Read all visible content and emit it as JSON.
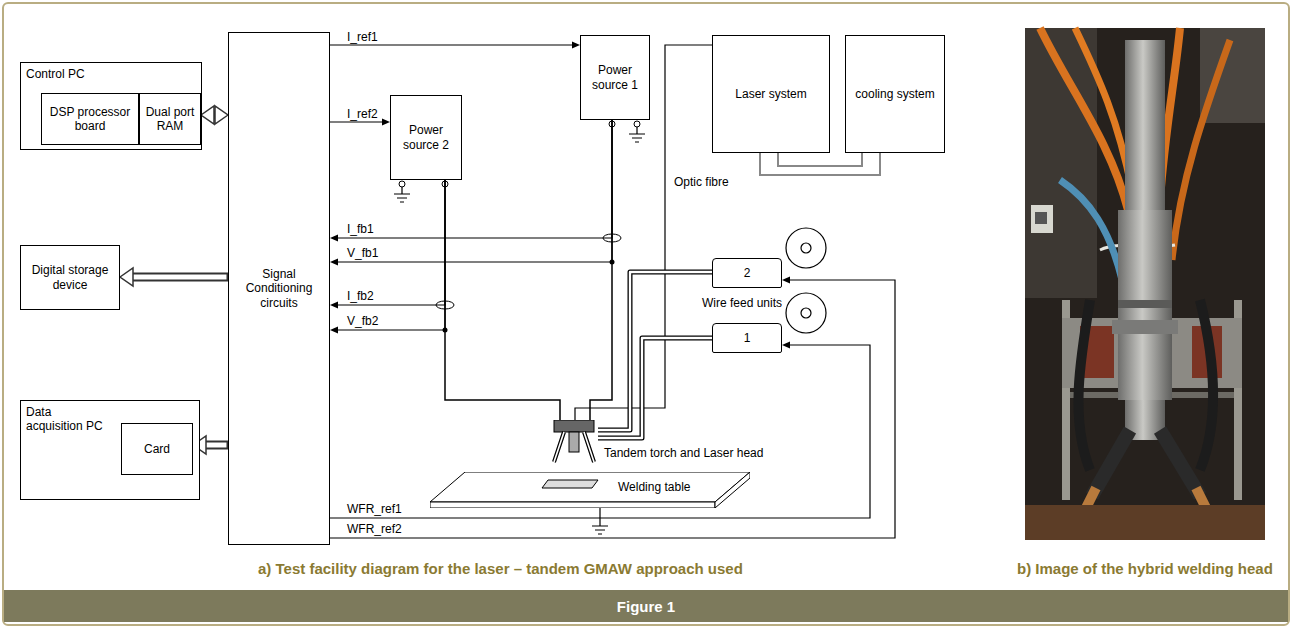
{
  "diagram": {
    "caption": "Figure 1",
    "nodes": [
      {
        "text": [
          "Control PC"
        ]
      },
      {
        "text": [
          "DSP processor board"
        ],
        "in": 0
      },
      {
        "text": [
          "Dual port RAM"
        ],
        "in": 0
      },
      {
        "text": [
          "Signal Conditioning circuits"
        ]
      },
      {
        "text": [
          "Power source 2"
        ]
      },
      {
        "text": [
          "Power source 1"
        ]
      },
      {
        "text": [
          "Laser system"
        ]
      },
      {
        "text": [
          "cooling system"
        ]
      },
      {
        "text": [
          "Digital storage device"
        ]
      },
      {
        "text": [
          "2"
        ]
      },
      {
        "text": [
          "1"
        ]
      },
      {
        "text": [
          "Tandem torch and Laser head"
        ]
      },
      {
        "text": [
          "Welding table"
        ]
      },
      {
        "text": [
          "Data acquisition PC"
        ]
      },
      {
        "text": [
          "Card"
        ],
        "in": 13
      }
    ],
    "edges": [
      {
        "from": 2,
        "to": 3,
        "arrow": "both"
      },
      {
        "from": 3,
        "to": 5,
        "label": "I_ref1",
        "arrow": "to"
      },
      {
        "from": 3,
        "to": 4,
        "label": "I_ref2",
        "arrow": "to"
      },
      {
        "from": 5,
        "to": 3,
        "label": "I_fb1",
        "arrow": "to"
      },
      {
        "from": 5,
        "to": 3,
        "label": "V_fb1",
        "arrow": "to"
      },
      {
        "from": 4,
        "to": 3,
        "label": "I_fb2",
        "arrow": "to"
      },
      {
        "from": 4,
        "to": 3,
        "label": "V_fb2",
        "arrow": "to"
      },
      {
        "from": 3,
        "to": 8,
        "arrow": "to"
      },
      {
        "from": 3,
        "to": 14,
        "arrow": "to"
      },
      {
        "from": 3,
        "to": 10,
        "label": "WFR_ref1",
        "arrow": "to"
      },
      {
        "from": 3,
        "to": 9,
        "label": "WFR_ref2",
        "arrow": "to"
      },
      {
        "from": 5,
        "to": 11,
        "arrow": "none"
      },
      {
        "from": 4,
        "to": 11,
        "arrow": "none"
      },
      {
        "from": 6,
        "to": 11,
        "label": "Optic fibre",
        "arrow": "none"
      },
      {
        "from": 6,
        "to": 7,
        "arrow": "none"
      },
      {
        "from": 9,
        "to": 11,
        "arrow": "none"
      },
      {
        "from": 10,
        "to": 11,
        "arrow": "none"
      }
    ],
    "labels": [
      "Wire feed units",
      "a) Test facility diagram for the laser – tandem GMAW approach used",
      "b) Image of the hybrid welding head"
    ]
  }
}
